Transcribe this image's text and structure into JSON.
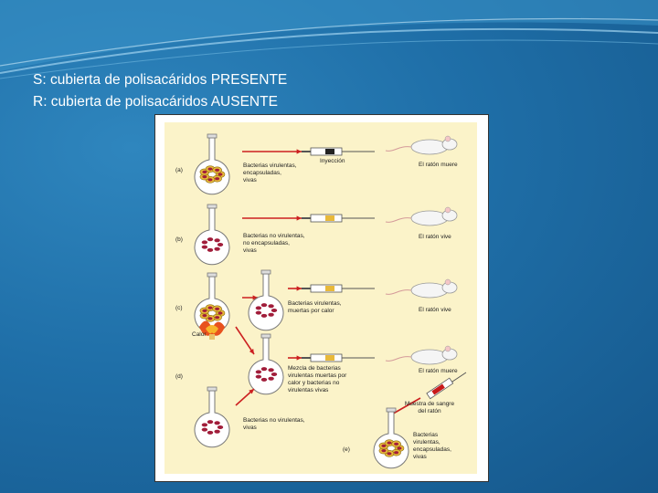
{
  "slide": {
    "line_s": "S: cubierta de polisacáridos PRESENTE",
    "line_r": "R: cubierta de polisacáridos AUSENTE"
  },
  "figure": {
    "rows": [
      {
        "letter": "(a)",
        "desc": [
          "Bacterias virulentas,",
          "encapsuladas,",
          "vivas"
        ],
        "result": "El ratón muere"
      },
      {
        "letter": "(b)",
        "desc": [
          "Bacterias no virulentas,",
          "no encapsuladas,",
          "vivas"
        ],
        "result": "El ratón vive"
      },
      {
        "letter": "(c)",
        "desc": [
          "Bacterias virulentas,",
          "muertas por calor"
        ],
        "result": "El ratón vive"
      },
      {
        "letter": "(d)",
        "desc": [
          "Mezcla de bacterias",
          "virulentas muertas por",
          "calor y bacterias no",
          "virulentas vivas"
        ],
        "result": "El ratón muere"
      },
      {
        "letter": "(e)",
        "desc": [
          "Bacterias no virulentas,",
          "vivas"
        ],
        "result": ""
      }
    ],
    "injection_label": "Inyección",
    "heat_label": "Calor",
    "blood_label": [
      "Muestra de sangre",
      "del ratón"
    ],
    "final_desc": [
      "Bacterias",
      "virulentas,",
      "encapsuladas,",
      "vivas"
    ],
    "colors": {
      "paper": "#fbf3c9",
      "arrow": "#cc2020",
      "capsule": "#e8b93a",
      "bacteria": "#a11d3a"
    }
  }
}
